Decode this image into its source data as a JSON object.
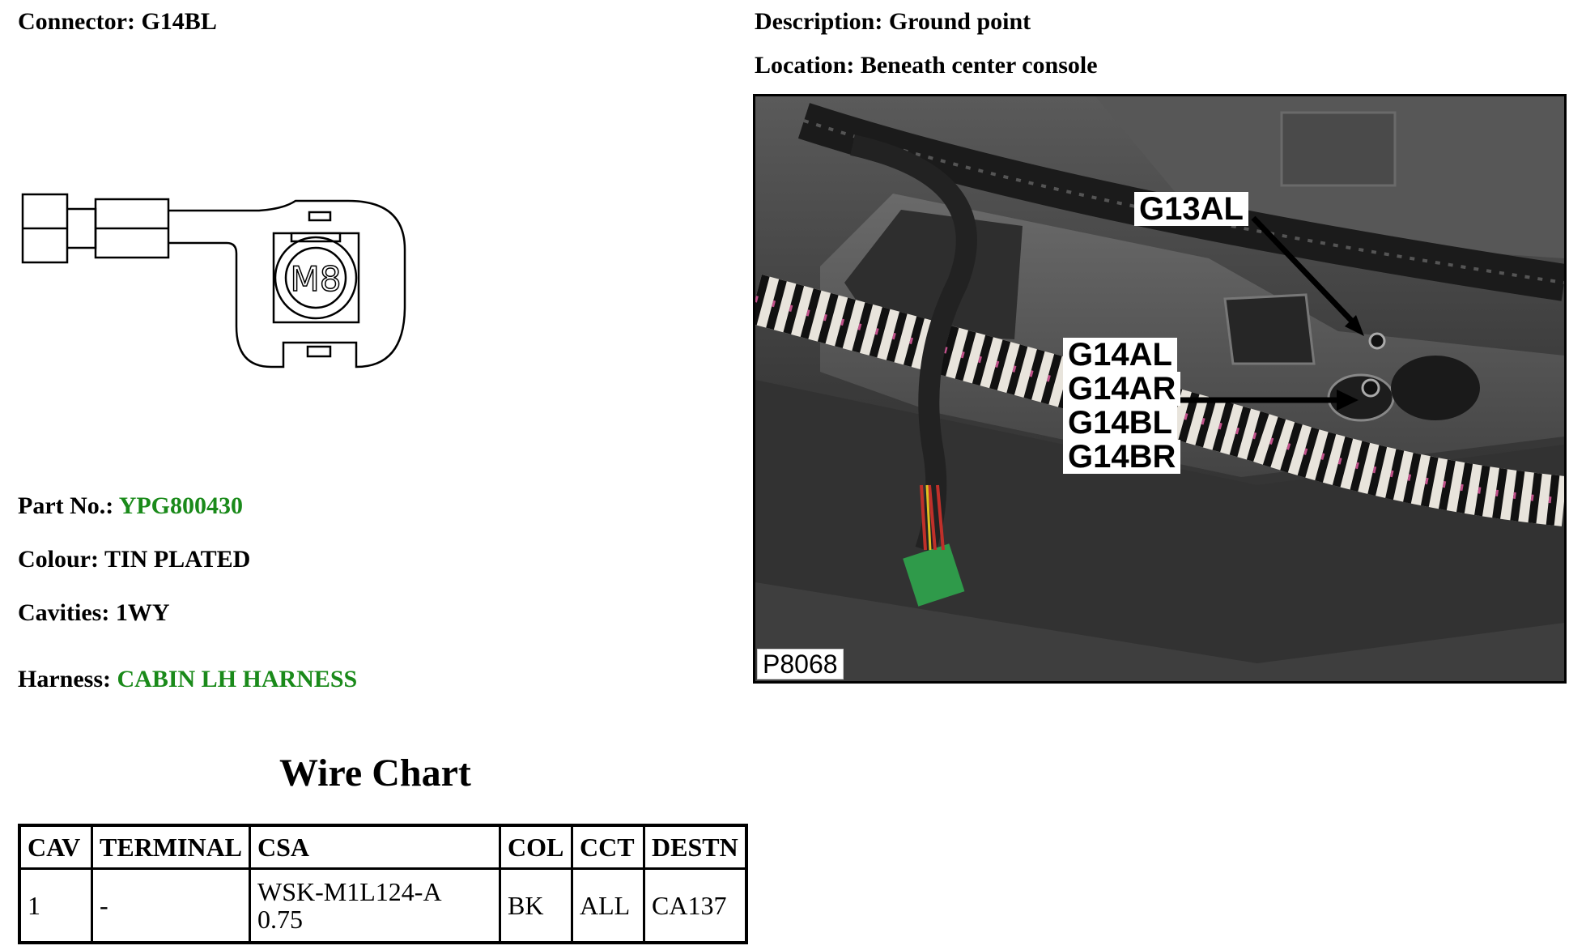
{
  "connector": {
    "label": "Connector:",
    "value": "G14BL"
  },
  "description": {
    "label": "Description:",
    "value": "Ground point"
  },
  "location": {
    "label": "Location:",
    "value": "Beneath center console"
  },
  "connector_drawing": {
    "terminal_text": "M8"
  },
  "part_no": {
    "label": "Part No.:",
    "value": "YPG800430"
  },
  "colour": {
    "label": "Colour:",
    "value": "TIN PLATED"
  },
  "cavities": {
    "label": "Cavities:",
    "value": "1WY"
  },
  "harness": {
    "label": "Harness:",
    "value": "CABIN LH HARNESS"
  },
  "photo": {
    "figure_id": "P8068",
    "callouts": [
      "G13AL",
      "G14AL",
      "G14AR",
      "G14BL",
      "G14BR"
    ]
  },
  "wire_chart": {
    "title": "Wire Chart",
    "headers": [
      "CAV",
      "TERMINAL",
      "CSA",
      "COL",
      "CCT",
      "DESTN"
    ],
    "rows": [
      {
        "cav": "1",
        "terminal": "-",
        "csa_line1": "WSK-M1L124-A",
        "csa_line2": "0.75",
        "col": "BK",
        "cct": "ALL",
        "destn": "CA137"
      }
    ]
  },
  "colors": {
    "link_green": "#1a8a1a",
    "text": "#000000"
  }
}
